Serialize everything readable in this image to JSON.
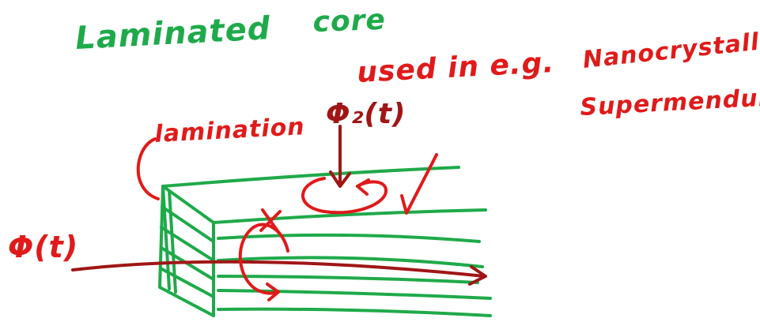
{
  "notes": {
    "title_word_1": "Laminated",
    "title_word_2": "core",
    "usage_line": "used in e.g.",
    "material_1": "Nanocrystalline",
    "material_2": "Supermendur",
    "lamination_label": "lamination",
    "flux_z_label": "Φ₂(t)",
    "flux_main_label": "Φ(t)"
  },
  "colors": {
    "green_ink": "#1faa4a",
    "red_ink": "#e01a1a",
    "dark_red_ink": "#a01616",
    "background": "#ffffff"
  },
  "icons": {
    "eddy_current_loop": "circular-arrow-icon",
    "check_mark": "check-mark-icon",
    "main_flux_arrow": "arrow-right-icon",
    "flux_z_arrow": "arrow-down-icon",
    "blocked_current": "curved-arrow-with-cross-icon"
  }
}
